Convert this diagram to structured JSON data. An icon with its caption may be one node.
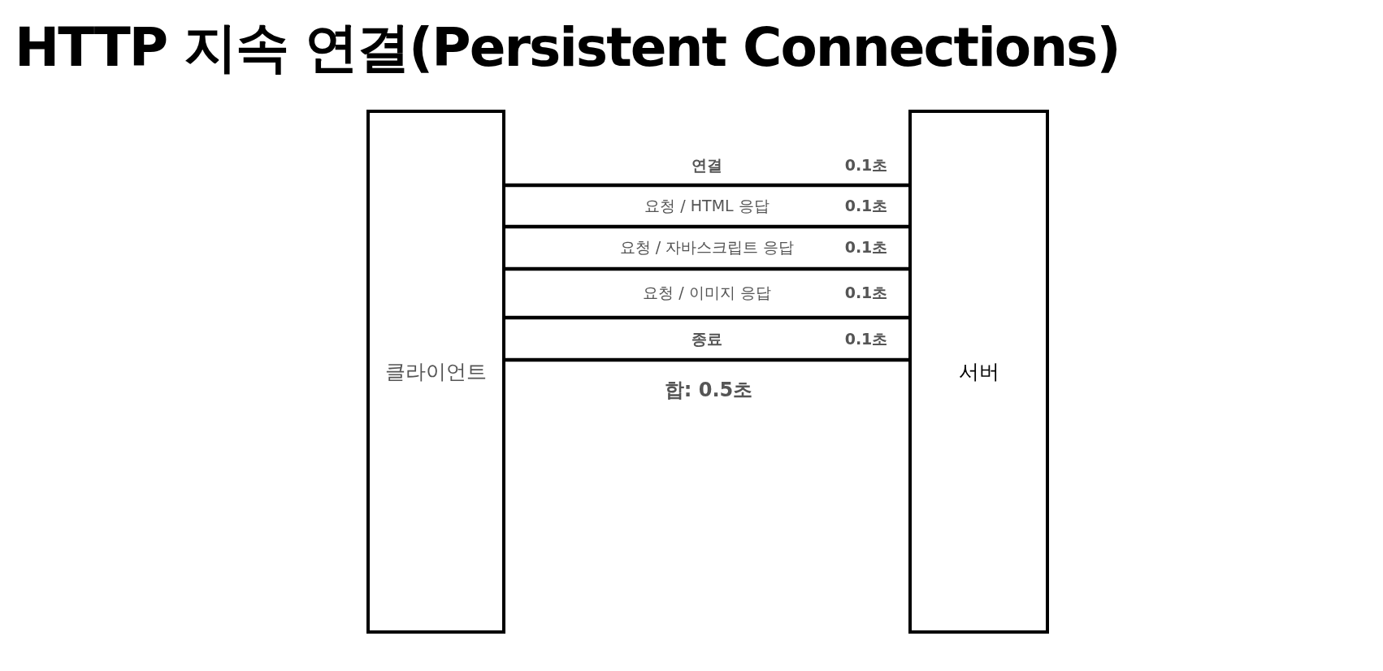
{
  "diagram": {
    "title": "HTTP 지속 연결(Persistent Connections)",
    "nodes": [
      {
        "text": [
          "클라이언트"
        ]
      },
      {
        "text": [
          "서버"
        ]
      }
    ],
    "edges": [
      {
        "from": 0,
        "to": 1,
        "arrow": "none",
        "label": "연결"
      },
      {
        "from": 0,
        "to": 1,
        "arrow": "none",
        "label": "요청 / HTML 응답"
      },
      {
        "from": 0,
        "to": 1,
        "arrow": "none",
        "label": "요청 / 자바스크립트 응답"
      },
      {
        "from": 0,
        "to": 1,
        "arrow": "none",
        "label": "요청 / 이미지 응답"
      },
      {
        "from": 0,
        "to": 1,
        "arrow": "none",
        "label": "종료"
      }
    ],
    "labels": [
      "0.1초",
      "0.1초",
      "0.1초",
      "0.1초",
      "0.1초",
      "합: 0.5초"
    ]
  }
}
